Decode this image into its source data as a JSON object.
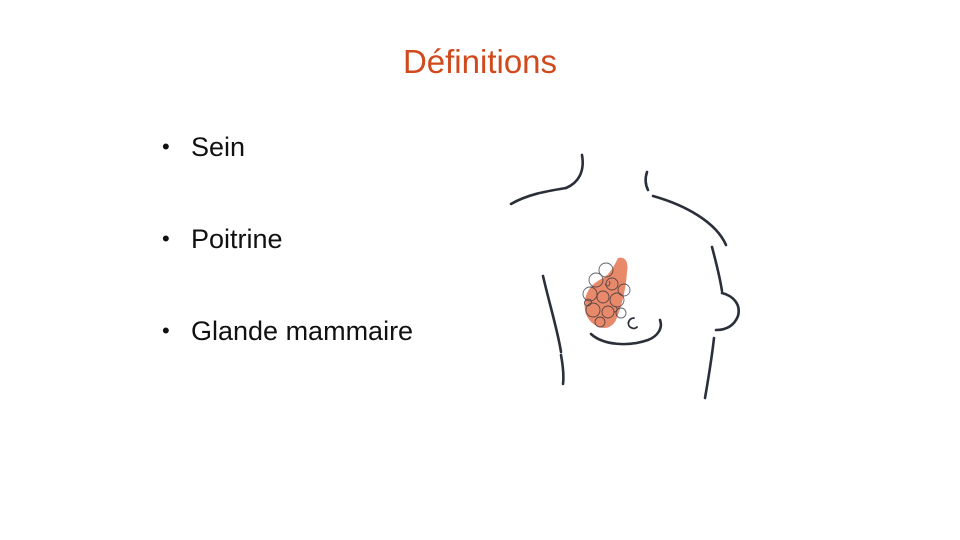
{
  "slide": {
    "title": "Définitions",
    "title_color": "#d04a1e",
    "bullets": [
      {
        "label": "Sein"
      },
      {
        "label": "Poitrine"
      },
      {
        "label": "Glande mammaire"
      }
    ]
  },
  "illustration": {
    "subject": "torso-line-drawing-with-mammary-gland",
    "gland_color": "#e8896a",
    "line_color": "#2a2f3a"
  }
}
